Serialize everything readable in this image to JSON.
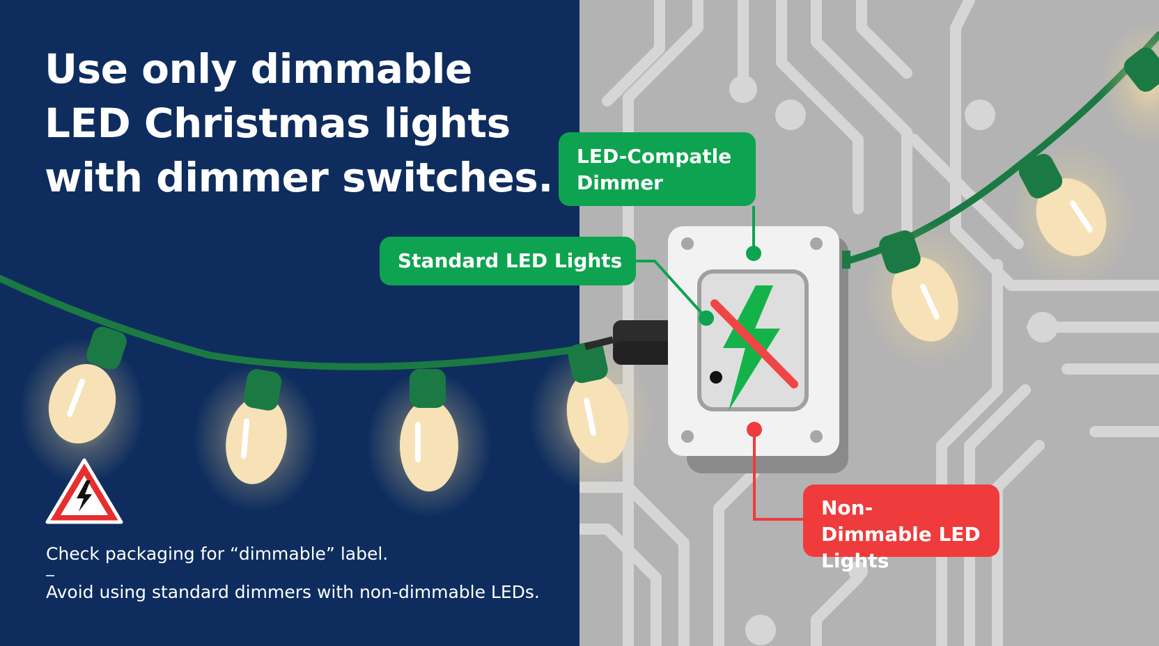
{
  "headline": "Use only dimmable LED Christmas lights with dimmer switches.",
  "callouts": {
    "compatible_dimmer": "LED-Compatle Dimmer",
    "standard_led": "Standard LED Lights",
    "non_dimmable": "Non-Dimmable LED Lights"
  },
  "tips": [
    "Check packaging for “dimmable” label.",
    "Avoid using standard dimmers with non-dimmable LEDs."
  ],
  "icons": {
    "warning": "high-voltage-warning-icon",
    "switch_symbol": "lightning-bolt-icon",
    "prohibited": "strike-through-line"
  },
  "colors": {
    "left_background": "#0e2d5e",
    "right_background": "#b3b3b3",
    "circuit_traces": "#d6d6d6",
    "wire_green": "#1b7a43",
    "bulb_glow": "#f6e2b6",
    "callout_green": "#0ea350",
    "callout_red": "#ef3b3b",
    "bolt_green": "#14b34a",
    "warning_red": "#e62e2e"
  }
}
